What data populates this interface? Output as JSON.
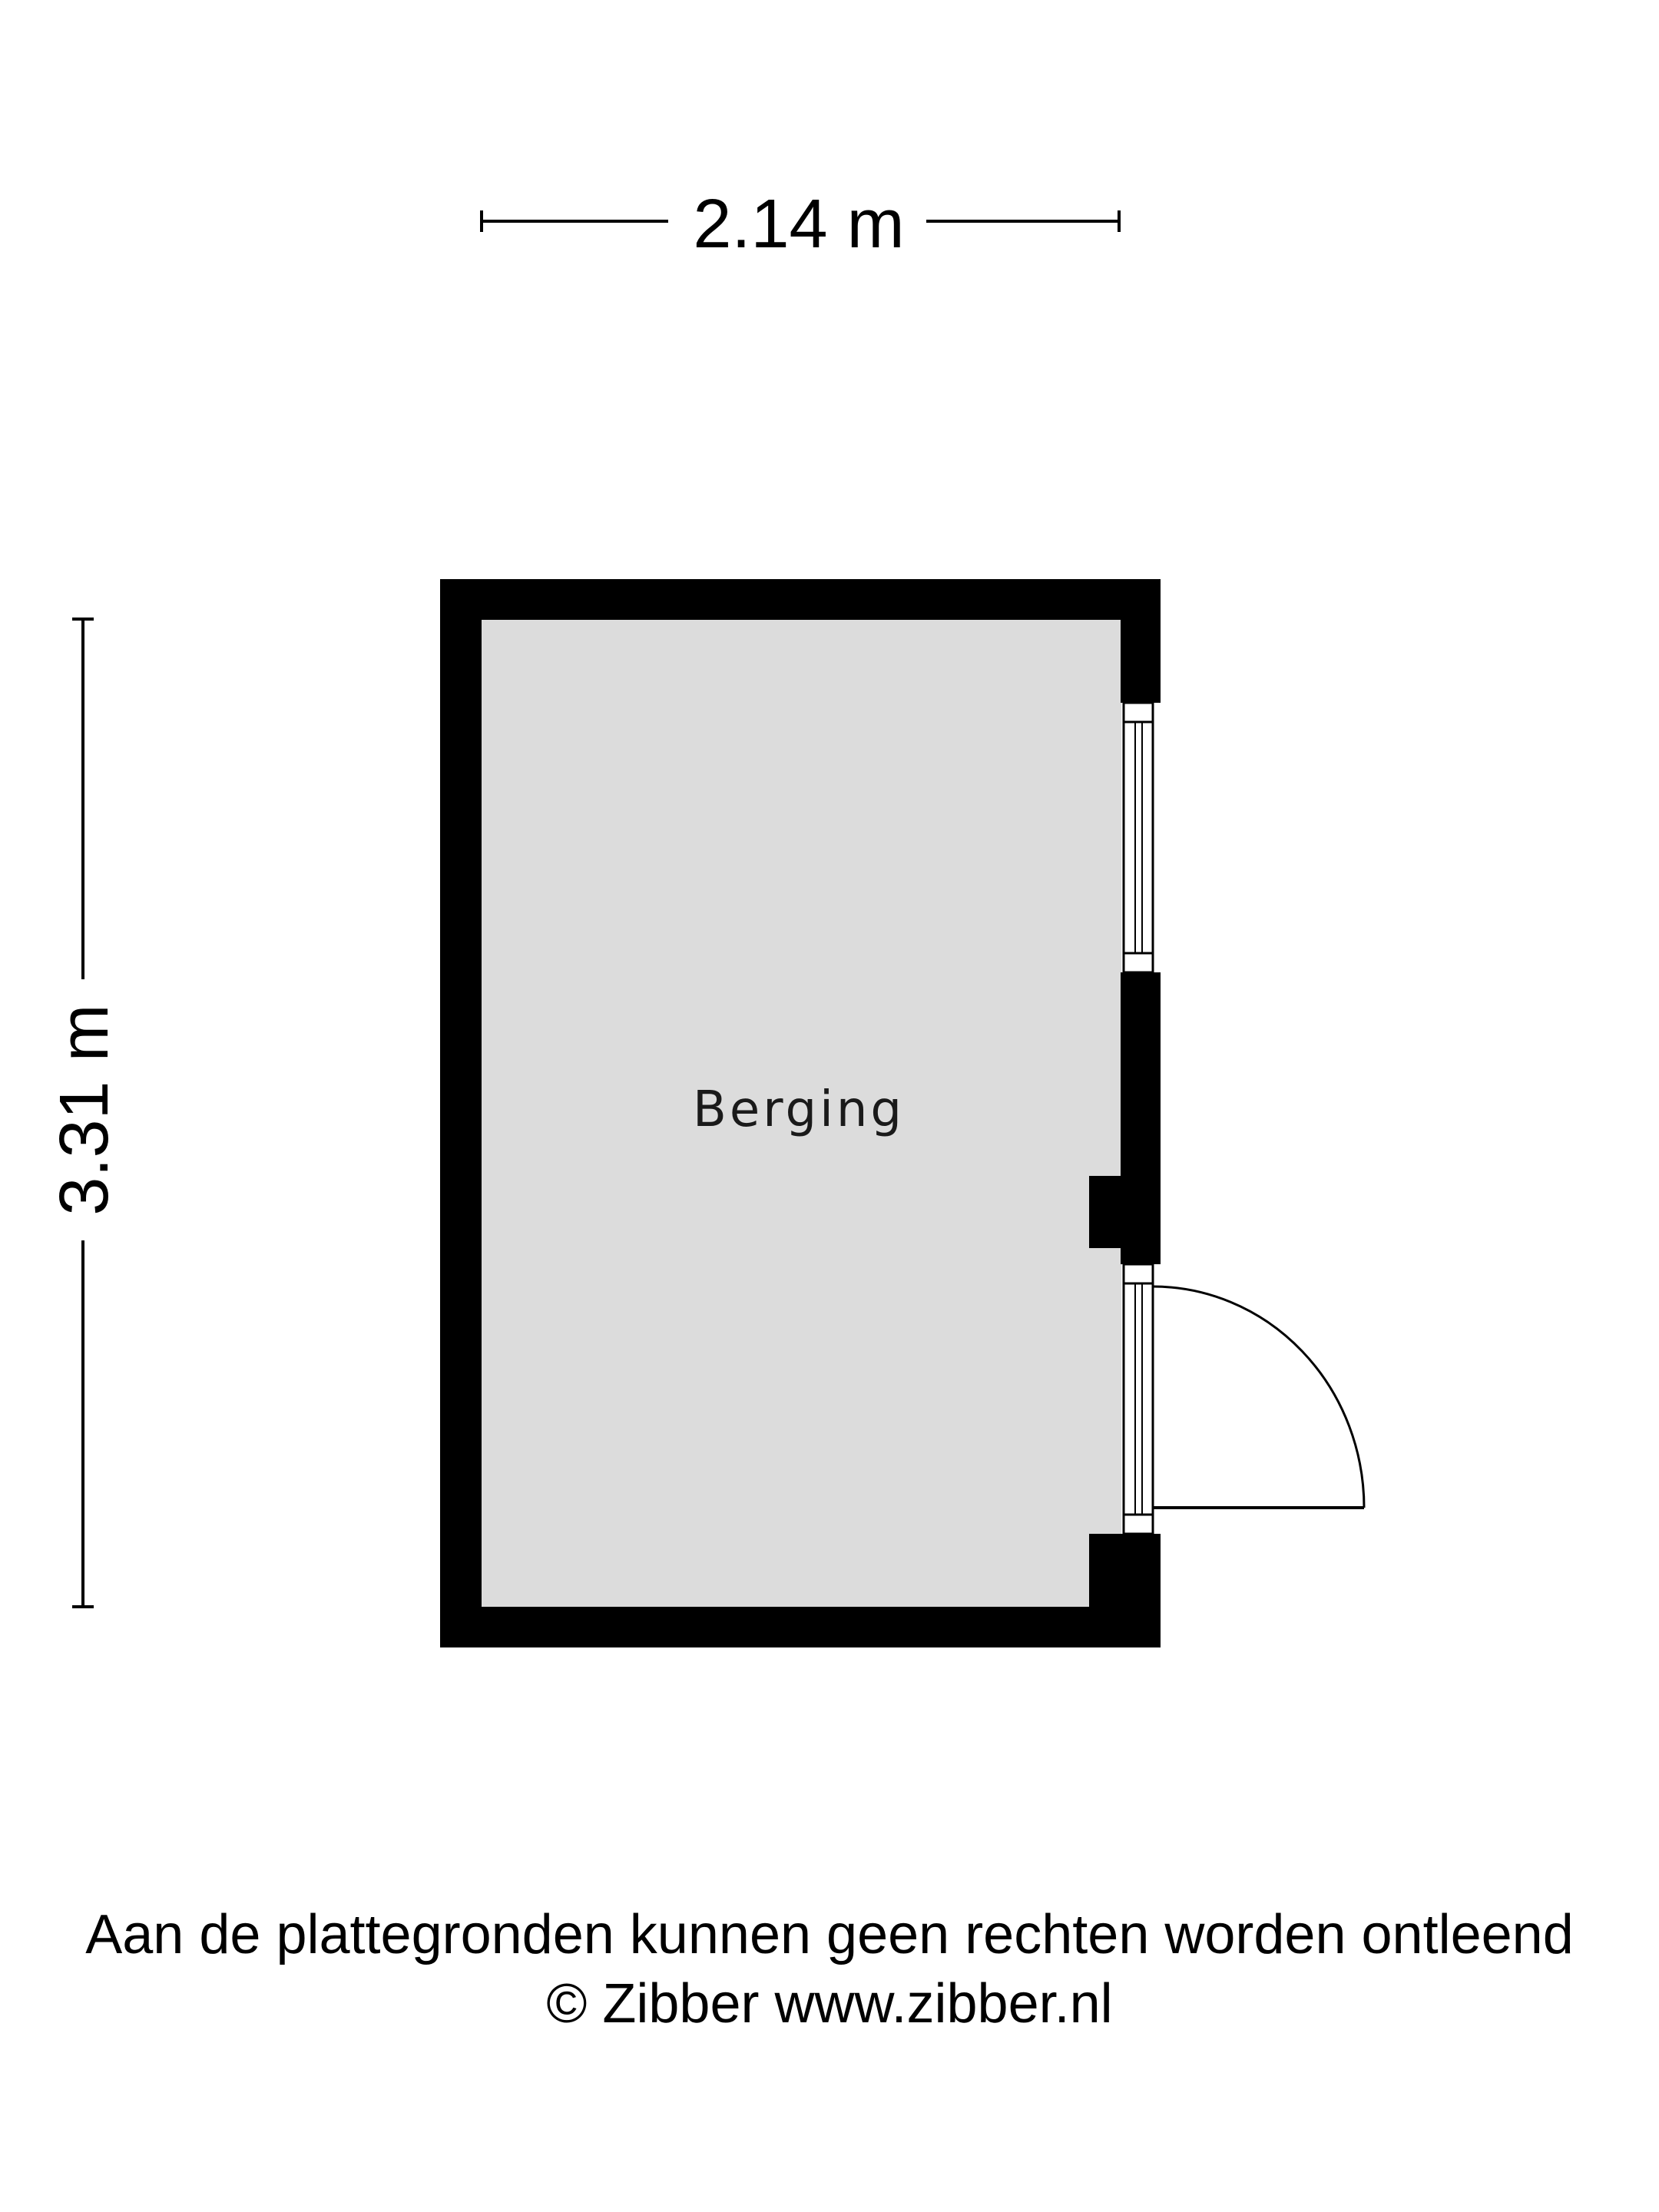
{
  "dimensions": {
    "width_label": "2.14 m",
    "height_label": "3.31 m"
  },
  "room": {
    "name": "Berging",
    "floor_color": "#dcdcdc",
    "wall_color": "#000000"
  },
  "footer": {
    "disclaimer": "Aan de plattegronden kunnen geen rechten worden ontleend",
    "copyright": "© Zibber www.zibber.nl"
  }
}
